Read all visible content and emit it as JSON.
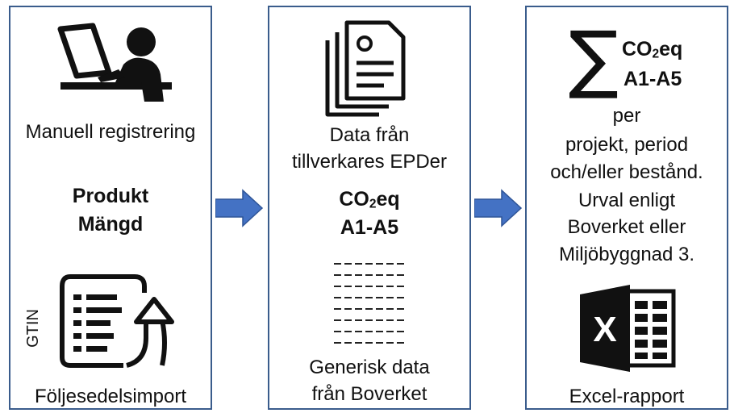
{
  "panel1": {
    "manual_label": "Manuell registrering",
    "field_product": "Produkt",
    "field_quantity": "Mängd",
    "gtin_label": "GTIN",
    "import_label": "Följesedelsimport"
  },
  "panel2": {
    "epd_line1": "Data från",
    "epd_line2": "tillverkares EPDer",
    "co2_prefix": "CO",
    "co2_sub": "2",
    "co2_suffix": "eq",
    "stage": "A1-A5",
    "generic_line1": "Generisk data",
    "generic_line2": "från Boverket"
  },
  "panel3": {
    "co2_prefix": "CO",
    "co2_sub": "2",
    "co2_suffix": "eq",
    "stage": "A1-A5",
    "line1": "per",
    "line2": "projekt, period",
    "line3": "och/eller bestånd.",
    "line4": "Urval enligt",
    "line5": "Boverket eller",
    "line6": "Miljöbyggnad 3.",
    "excel_label": "Excel-rapport"
  },
  "colors": {
    "border": "#3a5c8c",
    "arrow": "#4472c4",
    "text": "#111111"
  },
  "icons": [
    "person-at-computer-icon",
    "document-list-upload-icon",
    "documents-stack-icon",
    "dashed-table-icon",
    "sigma-sum-icon",
    "excel-icon"
  ]
}
